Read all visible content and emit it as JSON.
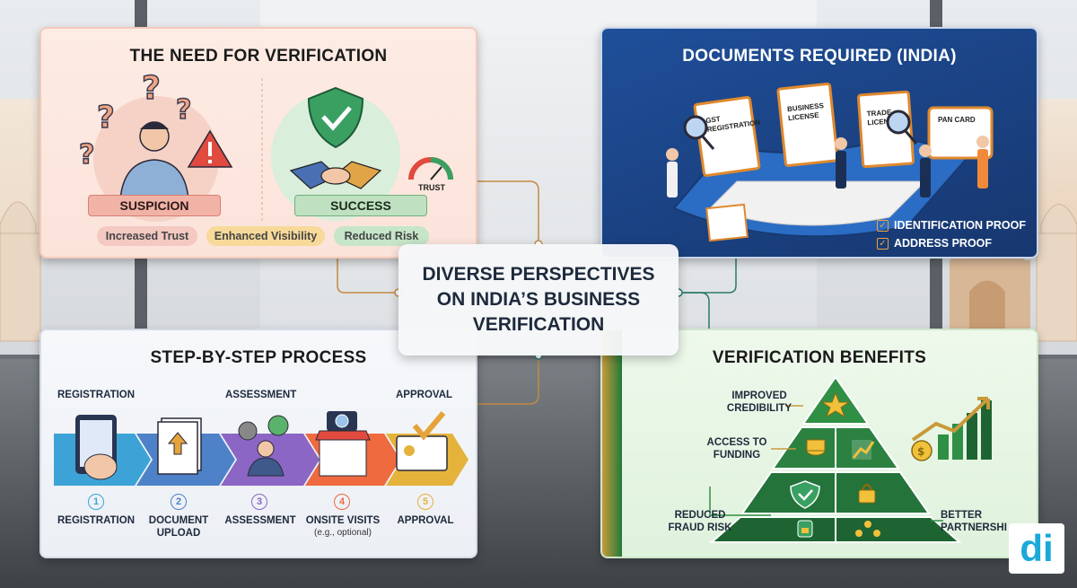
{
  "center": {
    "title": "DIVERSE PERSPECTIVES ON INDIA’S BUSINESS VERIFICATION"
  },
  "need": {
    "title": "THE NEED FOR VERIFICATION",
    "suspicion": "SUSPICION",
    "success": "SUCCESS",
    "trust": "TRUST",
    "pills": [
      "Increased Trust",
      "Enhanced Visibility",
      "Reduced Risk"
    ]
  },
  "docs": {
    "title": "DOCUMENTS REQUIRED (INDIA)",
    "items": [
      "GST REGISTRATION",
      "BUSINESS LICENSE",
      "TRADE LICENSE",
      "PAN CARD"
    ],
    "checks": [
      "IDENTIFICATION PROOF",
      "ADDRESS PROOF"
    ]
  },
  "process": {
    "title": "STEP-BY-STEP PROCESS",
    "top_labels": [
      "REGISTRATION",
      "ASSESSMENT",
      "APPROVAL"
    ],
    "steps": [
      {
        "num": "1",
        "label": "REGISTRATION"
      },
      {
        "num": "2",
        "label": "DOCUMENT UPLOAD"
      },
      {
        "num": "3",
        "label": "ASSESSMENT"
      },
      {
        "num": "4",
        "label": "ONSITE VISITS",
        "sub": "(e.g., optional)"
      },
      {
        "num": "5",
        "label": "APPROVAL"
      }
    ]
  },
  "benefits": {
    "title": "VERIFICATION BENEFITS",
    "items": [
      "IMPROVED CREDIBILITY",
      "ACCESS TO FUNDING",
      "REDUCED FRAUD RISK",
      "BETTER PARTNERSHI"
    ]
  },
  "logo": {
    "text": "di"
  },
  "colors": {
    "accent": "#1f4f9a",
    "green": "#2e8b3c",
    "orange": "#f1a33b"
  }
}
